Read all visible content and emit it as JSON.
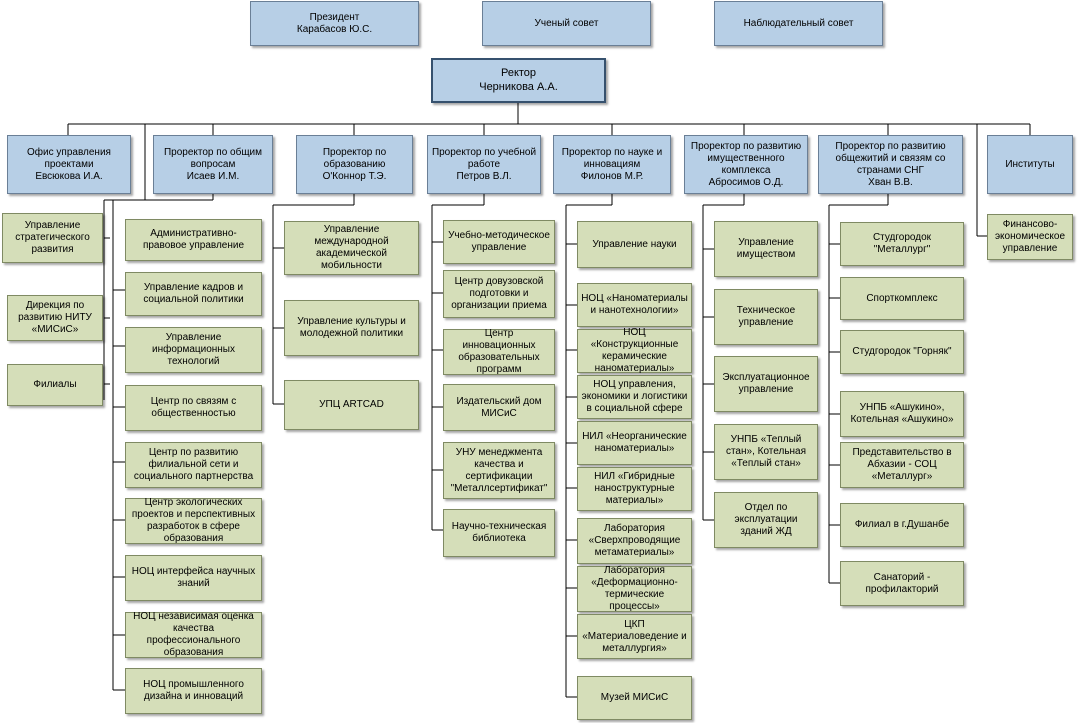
{
  "top": [
    {
      "id": "president",
      "text": "Президент\nКарабасов Ю.С."
    },
    {
      "id": "academic-council",
      "text": "Ученый совет"
    },
    {
      "id": "supervisory-board",
      "text": "Наблюдательный совет"
    }
  ],
  "rector": {
    "text": "Ректор\nЧерникова А.А."
  },
  "level2": [
    {
      "id": "project-office",
      "text": "Офис управления проектами\nЕвсюкова И.А."
    },
    {
      "id": "prorector-general",
      "text": "Проректор по общим вопросам\nИсаев И.М."
    },
    {
      "id": "prorector-education",
      "text": "Проректор по образованию\nО'Коннор Т.Э."
    },
    {
      "id": "prorector-academic",
      "text": "Проректор по учебной работе\nПетров В.Л."
    },
    {
      "id": "prorector-science",
      "text": "Проректор по науке и инновациям\nФилонов М.Р."
    },
    {
      "id": "prorector-property",
      "text": "Проректор по развитию имущественного комплекса\nАбросимов О.Д."
    },
    {
      "id": "prorector-dorms",
      "text": "Проректор по развитию общежитий и связям со странами СНГ\nХван В.В."
    },
    {
      "id": "institutes",
      "text": "Институты"
    }
  ],
  "columns": {
    "col0": [
      "Управление стратегического развития",
      "Дирекция по развитию  НИТУ «МИСиС»",
      "Филиалы"
    ],
    "col1": [
      "Административно-правовое управление",
      "Управление кадров и социальной политики",
      "Управление информационных технологий",
      "Центр по связям с общественностью",
      "Центр по развитию филиальной сети и социального партнерства",
      "Центр экологических проектов и перспективных разработок в сфере образования",
      "НОЦ  интерфейса научных знаний",
      "НОЦ независимая оценка качества профессионального образования",
      "НОЦ промышленного дизайна и инноваций"
    ],
    "col2": [
      "Управление международной академической мобильности",
      "Управление культуры и молодежной политики",
      "УПЦ ARTCAD"
    ],
    "col3": [
      "Учебно-методическое управление",
      "Центр довузовской подготовки и организации приема",
      "Центр инновационных образовательных программ",
      "Издательский дом МИСиС",
      "УНУ менеджмента качества и сертификации \"Металлсертификат\"",
      "Научно-техническая библиотека"
    ],
    "col4": [
      "Управление науки",
      "НОЦ «Наноматериалы и нанотехнологии»",
      "НОЦ «Конструкционные керамические наноматериалы»",
      "НОЦ управления, экономики и логистики в социальной сфере",
      "НИЛ «Неорганические наноматериалы»",
      "НИЛ «Гибридные наноструктурные материалы»",
      "Лаборатория «Сверхпроводящие метаматериалы»",
      "Лаборатория «Деформационно-термические процессы»",
      "ЦКП «Материаловедение и металлургия»",
      "Музей МИСиС"
    ],
    "col5": [
      "Управление имуществом",
      "Техническое управление",
      "Эксплуатационное управление",
      "УНПБ «Теплый стан», Котельная «Теплый стан»",
      "Отдел по эксплуатации зданий ЖД"
    ],
    "col6": [
      "Студгородок \"Металлург\"",
      "Спорткомплекс",
      "Студгородок \"Горняк\"",
      "УНПБ «Ашукино», Котельная «Ашукино»",
      "Представительство в Абхазии - СОЦ «Металлург»",
      "Филиал в г.Душанбе",
      "Санаторий - профилакторий"
    ],
    "col7": [
      "Финансово-экономическое управление"
    ]
  },
  "colors": {
    "blue": "#b7cfe6",
    "green": "#d5deb9",
    "line": "#000000"
  }
}
